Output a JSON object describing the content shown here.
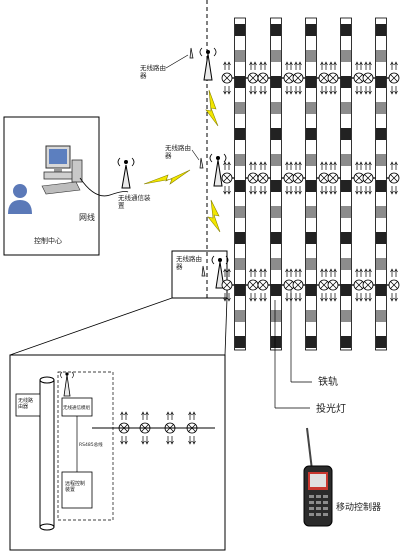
{
  "labels": {
    "control_center": "控制中心",
    "network_cable": "网线",
    "wireless_device": "无线通信装\n置",
    "router_top": "无线路由\n器",
    "router_mid": "无线路由\n器",
    "router_bottom": "无线路由\n器",
    "rail": "铁轨",
    "floodlight": "投光灯",
    "mobile_controller": "移动控制器"
  },
  "inset_labels": {
    "router": "无线路\n由器",
    "comm_module": "无线通信模组",
    "rs485": "RS485总线",
    "remote_control": "远程控制\n装置"
  },
  "colors": {
    "line": "#000000",
    "bolt": "#f2e600",
    "bolt_stroke": "#8a8400",
    "rail_dark": "#222222",
    "rail_mid": "#8c8c8c",
    "person": "#5b79b8",
    "screen": "#5c7fbf"
  }
}
